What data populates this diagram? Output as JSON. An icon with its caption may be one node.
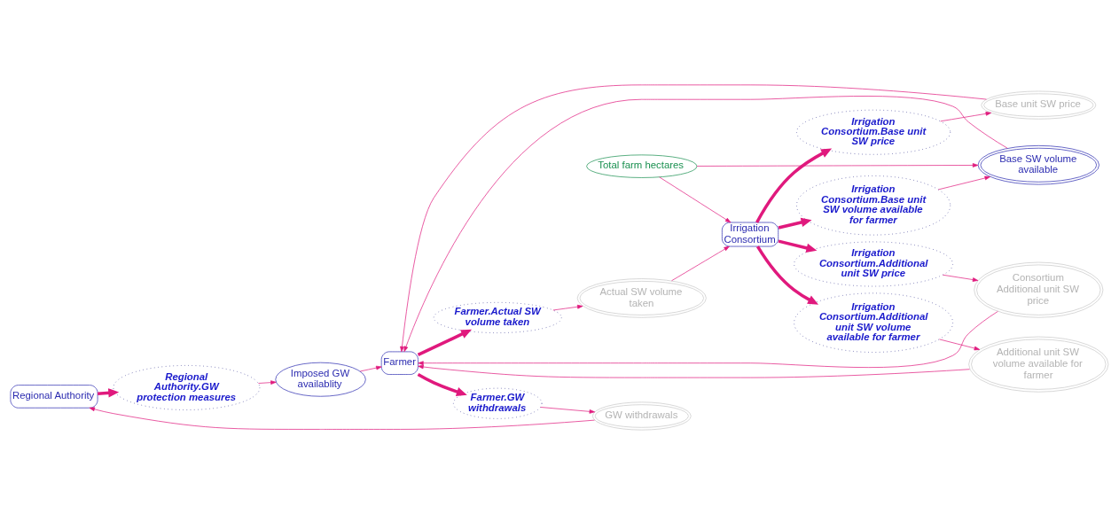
{
  "diagram": {
    "nodes": [
      {
        "text": [
          "Regional Authority"
        ]
      },
      {
        "text": [
          "Regional Authority.GW protection measures"
        ]
      },
      {
        "text": [
          "Actual SW volume taken"
        ]
      },
      {
        "text": [
          "GW withdrawals"
        ]
      },
      {
        "text": [
          "Farmer.Actual SW volume taken"
        ]
      },
      {
        "text": [
          "Imposed GW availablity"
        ]
      },
      {
        "text": [
          "Irrigation Consortium"
        ]
      },
      {
        "text": [
          "Irrigation Consortium.Additional unit SW price"
        ]
      },
      {
        "text": [
          "Consortium Additional unit SW price"
        ]
      },
      {
        "text": [
          "Farmer.GW withdrawals"
        ]
      },
      {
        "text": [
          "Farmer"
        ]
      },
      {
        "text": [
          "Irrigation Consortium.Additional unit SW volume available for farmer"
        ]
      },
      {
        "text": [
          "Additional unit SW volume available for farmer"
        ]
      },
      {
        "text": [
          "Irrigation Consortium.Base unit SW volume available for farmer"
        ]
      },
      {
        "text": [
          "Base SW volume available"
        ]
      },
      {
        "text": [
          "Irrigation Consortium.Base unit SW price"
        ]
      },
      {
        "text": [
          "Base unit SW price"
        ]
      },
      {
        "text": [
          "Total farm hectares"
        ]
      }
    ],
    "edges": [
      {
        "from": 0,
        "to": 1,
        "arrow": "to",
        "style": "thick"
      },
      {
        "from": 1,
        "to": 5,
        "arrow": "to"
      },
      {
        "from": 3,
        "to": 0,
        "arrow": "to"
      },
      {
        "from": 9,
        "to": 3,
        "arrow": "to"
      },
      {
        "from": 10,
        "to": 9,
        "arrow": "to",
        "style": "thick"
      },
      {
        "from": 5,
        "to": 10,
        "arrow": "to"
      },
      {
        "from": 10,
        "to": 4,
        "arrow": "to",
        "style": "thick"
      },
      {
        "from": 4,
        "to": 2,
        "arrow": "to"
      },
      {
        "from": 2,
        "to": 6,
        "arrow": "to"
      },
      {
        "from": 6,
        "to": 7,
        "arrow": "to",
        "style": "thick"
      },
      {
        "from": 7,
        "to": 8,
        "arrow": "to"
      },
      {
        "from": 8,
        "to": 10,
        "arrow": "to"
      },
      {
        "from": 6,
        "to": 11,
        "arrow": "to",
        "style": "thick"
      },
      {
        "from": 11,
        "to": 12,
        "arrow": "to"
      },
      {
        "from": 12,
        "to": 10,
        "arrow": "to"
      },
      {
        "from": 6,
        "to": 13,
        "arrow": "to",
        "style": "thick"
      },
      {
        "from": 13,
        "to": 14,
        "arrow": "to"
      },
      {
        "from": 6,
        "to": 15,
        "arrow": "to",
        "style": "thick"
      },
      {
        "from": 15,
        "to": 16,
        "arrow": "to"
      },
      {
        "from": 16,
        "to": 10,
        "arrow": "to"
      },
      {
        "from": 14,
        "to": 10,
        "arrow": "to"
      },
      {
        "from": 17,
        "to": 14,
        "arrow": "to"
      },
      {
        "from": 17,
        "to": 6,
        "arrow": "to"
      }
    ]
  }
}
